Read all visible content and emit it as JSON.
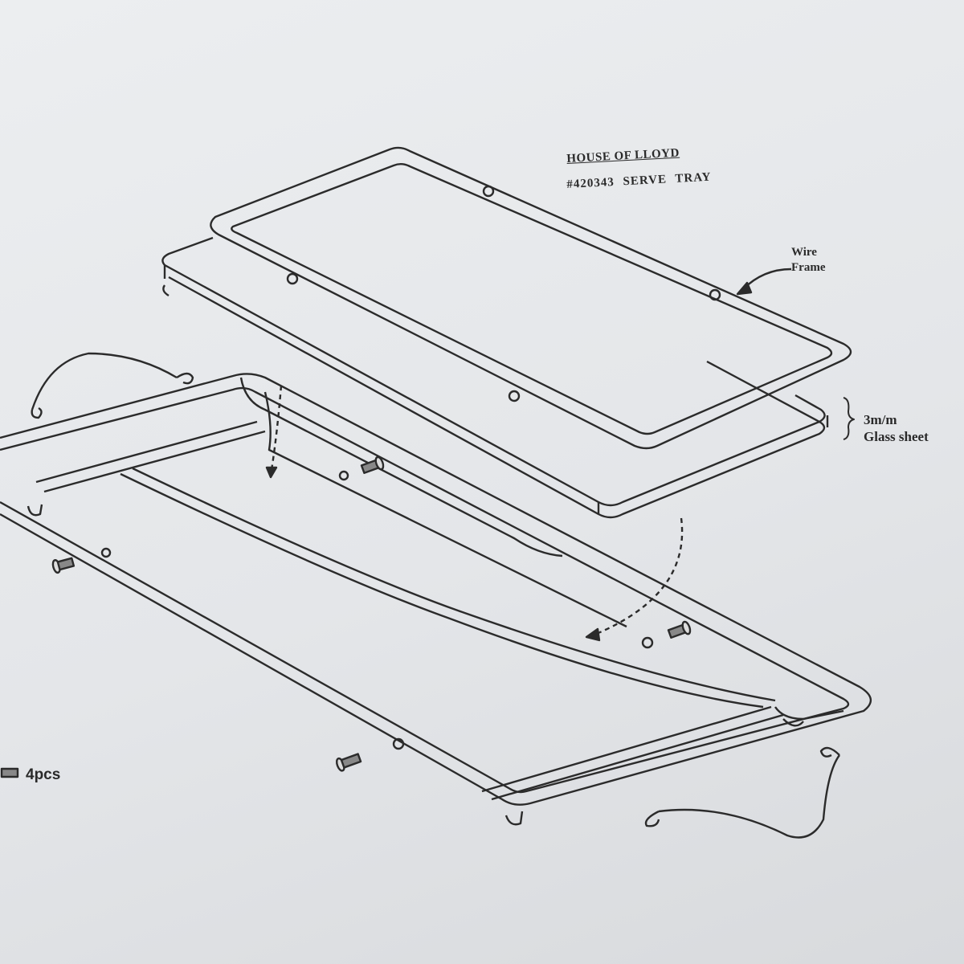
{
  "title": {
    "brand": "HOUSE OF LLOYD",
    "model": "#420343  SERVE TRAY"
  },
  "labels": {
    "wire_frame": [
      "Wire",
      "Frame"
    ],
    "glass_sheet": [
      "3m/m",
      "Glass sheet"
    ],
    "screws": "4pcs"
  },
  "colors": {
    "line": "#2b2b2b",
    "paper": "#e6e8ea"
  }
}
